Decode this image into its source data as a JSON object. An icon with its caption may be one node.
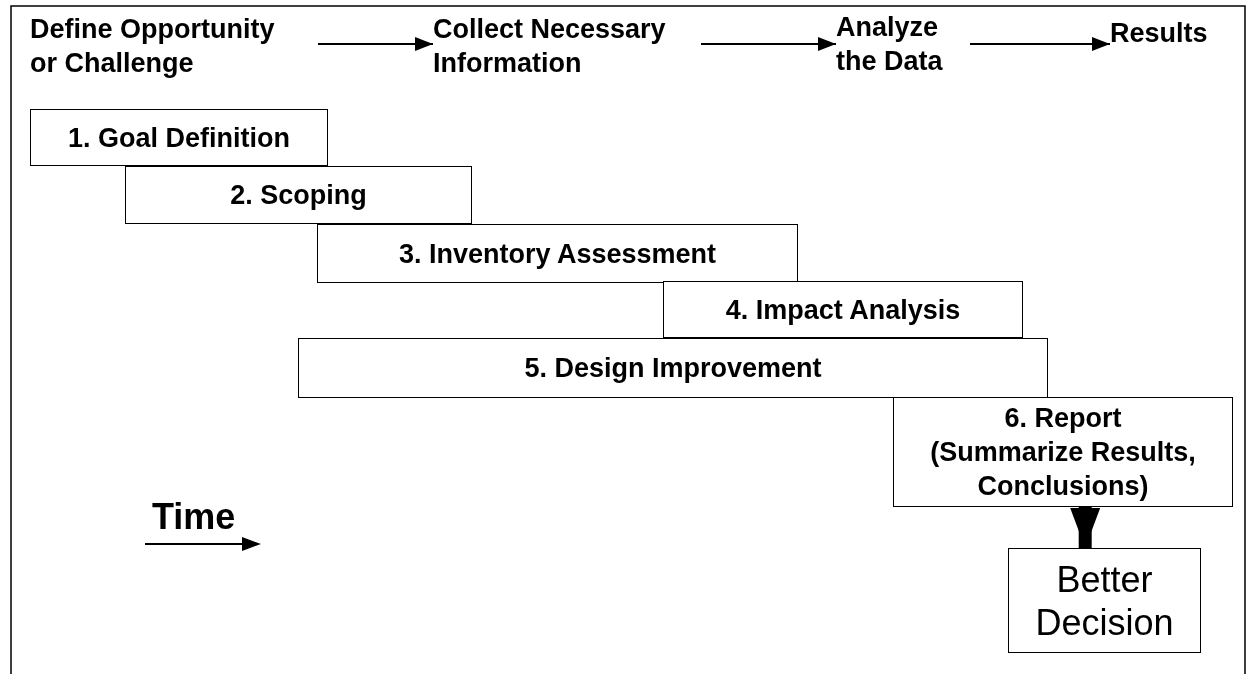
{
  "diagram": {
    "nodes": [
      {
        "text": [
          "Define Opportunity or Challenge"
        ]
      },
      {
        "text": [
          "Collect Necessary Information"
        ]
      },
      {
        "text": [
          "Analyze the Data"
        ]
      },
      {
        "text": [
          "Results"
        ]
      },
      {
        "text": [
          "1. Goal Definition"
        ]
      },
      {
        "text": [
          "2. Scoping"
        ]
      },
      {
        "text": [
          "3. Inventory Assessment"
        ]
      },
      {
        "text": [
          "4. Impact Analysis"
        ]
      },
      {
        "text": [
          "5. Design Improvement"
        ]
      },
      {
        "text": [
          "6. Report",
          "(Summarize Results, Conclusions)"
        ]
      },
      {
        "text": [
          "Better Decision"
        ]
      }
    ],
    "edges": [
      {
        "from": 0,
        "to": 1,
        "arrow": "to"
      },
      {
        "from": 1,
        "to": 2,
        "arrow": "to"
      },
      {
        "from": 2,
        "to": 3,
        "arrow": "to"
      },
      {
        "from": 9,
        "to": 10,
        "arrow": "to",
        "style": "thick"
      }
    ],
    "labels": [
      "Time"
    ]
  }
}
